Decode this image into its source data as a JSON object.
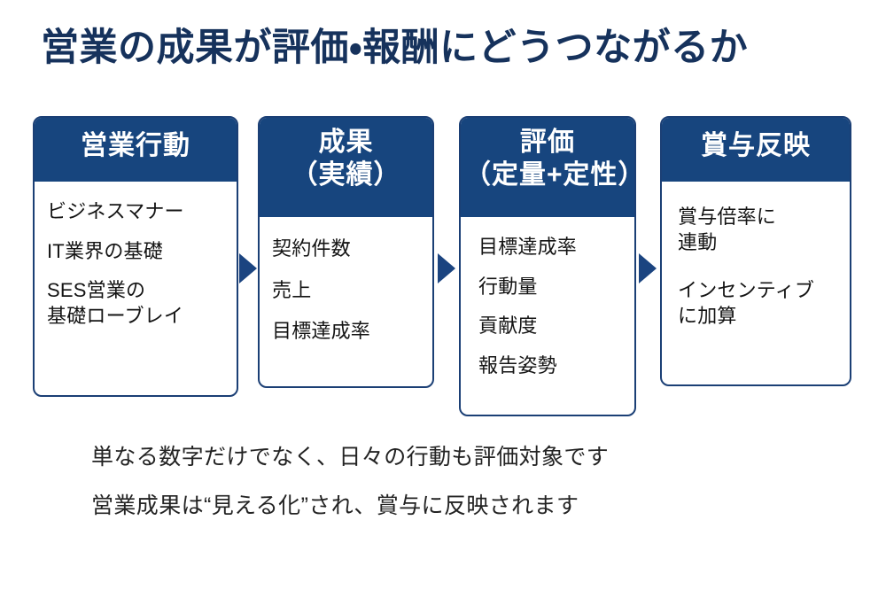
{
  "title": "営業の成果が評価・報酬にどうつながるか",
  "theme": {
    "title_color": "#16325c",
    "header_fill": "#17457e",
    "card_border": "#1b3f75",
    "arrow_color": "#1b4480",
    "body_text_color": "#141414",
    "background": "#ffffff"
  },
  "flow": {
    "arrow_icon": "triangle-right-icon",
    "cards": [
      {
        "header_lines": [
          "営業行動"
        ],
        "items": [
          "ビジネスマナー",
          "IT業界の基礎",
          "SES営業の\n基礎ローブレイ"
        ]
      },
      {
        "header_lines": [
          "成果",
          "（実績）"
        ],
        "items": [
          "契約件数",
          "売上",
          "目標達成率"
        ]
      },
      {
        "header_lines": [
          "評価",
          "（定量+定性）"
        ],
        "items": [
          "目標達成率",
          "行動量",
          "貢献度",
          "報告姿勢"
        ]
      },
      {
        "header_lines": [
          "賞与反映"
        ],
        "items": [
          "賞与倍率に\n連動",
          "インセンティブ\nに加算"
        ]
      }
    ]
  },
  "footer": {
    "lines": [
      "単なる数字だけでなく、日々の行動も評価対象です",
      "営業成果は“見える化”され、賞与に反映されます"
    ]
  }
}
